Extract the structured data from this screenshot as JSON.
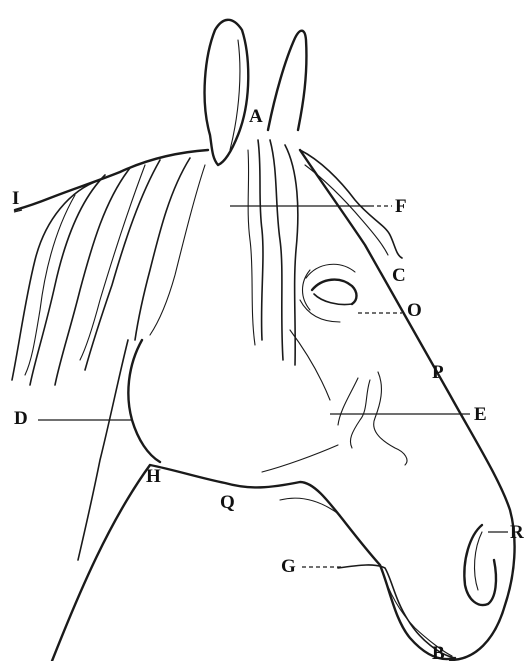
{
  "labels": {
    "A": "A",
    "B": "B",
    "C": "C",
    "D": "D",
    "E": "E",
    "F": "F",
    "G": "G",
    "H": "H",
    "I": "I",
    "O": "O",
    "P": "P",
    "Q": "Q",
    "R": "R"
  }
}
